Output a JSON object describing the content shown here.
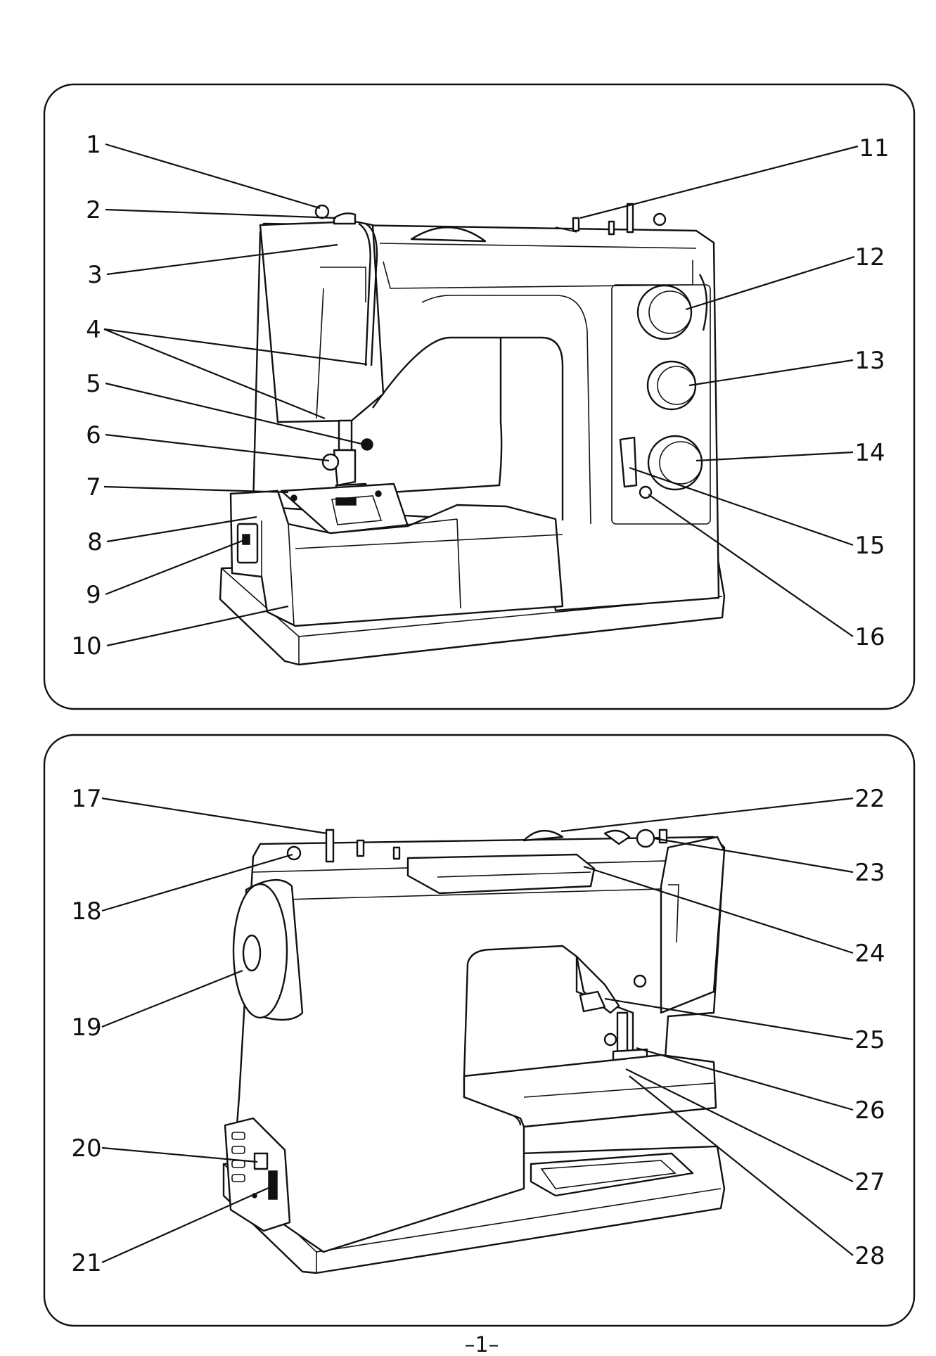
{
  "callouts_front": [
    "1",
    "2",
    "3",
    "4",
    "5",
    "6",
    "7",
    "8",
    "9",
    "10",
    "11",
    "12",
    "13",
    "14",
    "15",
    "16"
  ],
  "callouts_rear": [
    "17",
    "18",
    "19",
    "20",
    "21",
    "22",
    "23",
    "24",
    "25",
    "26",
    "27",
    "28"
  ],
  "page_number": "–1–"
}
